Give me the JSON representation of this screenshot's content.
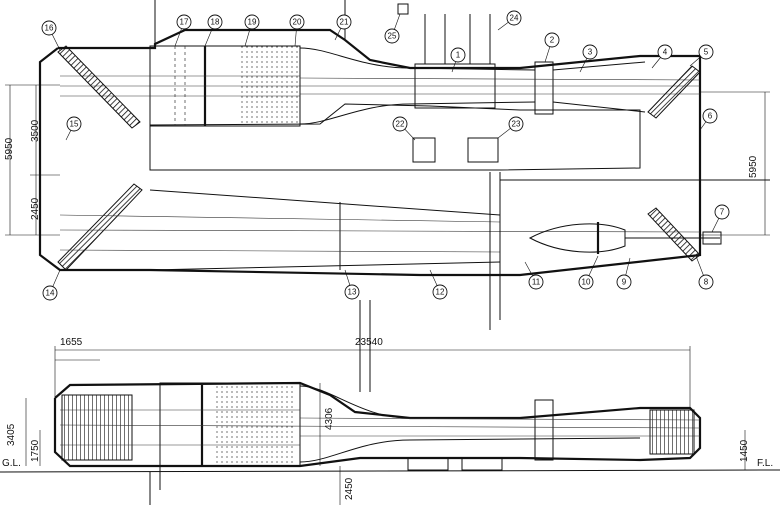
{
  "callouts": [
    "1",
    "2",
    "3",
    "4",
    "5",
    "6",
    "7",
    "8",
    "9",
    "10",
    "11",
    "12",
    "13",
    "14",
    "15",
    "16",
    "17",
    "18",
    "19",
    "20",
    "21",
    "22",
    "23",
    "24",
    "25"
  ],
  "dimensions": {
    "plan_left_total": "5950",
    "plan_left_upper": "3500",
    "plan_left_lower": "2450",
    "plan_right_total": "5950",
    "elev_top_offset": "1655",
    "elev_length": "23540",
    "elev_height": "3405",
    "elev_lower": "1750",
    "elev_throat_height": "4306",
    "elev_below": "2450",
    "elev_right": "1450"
  },
  "labels": {
    "ground_level": "G.L.",
    "floor_level": "F.L."
  }
}
